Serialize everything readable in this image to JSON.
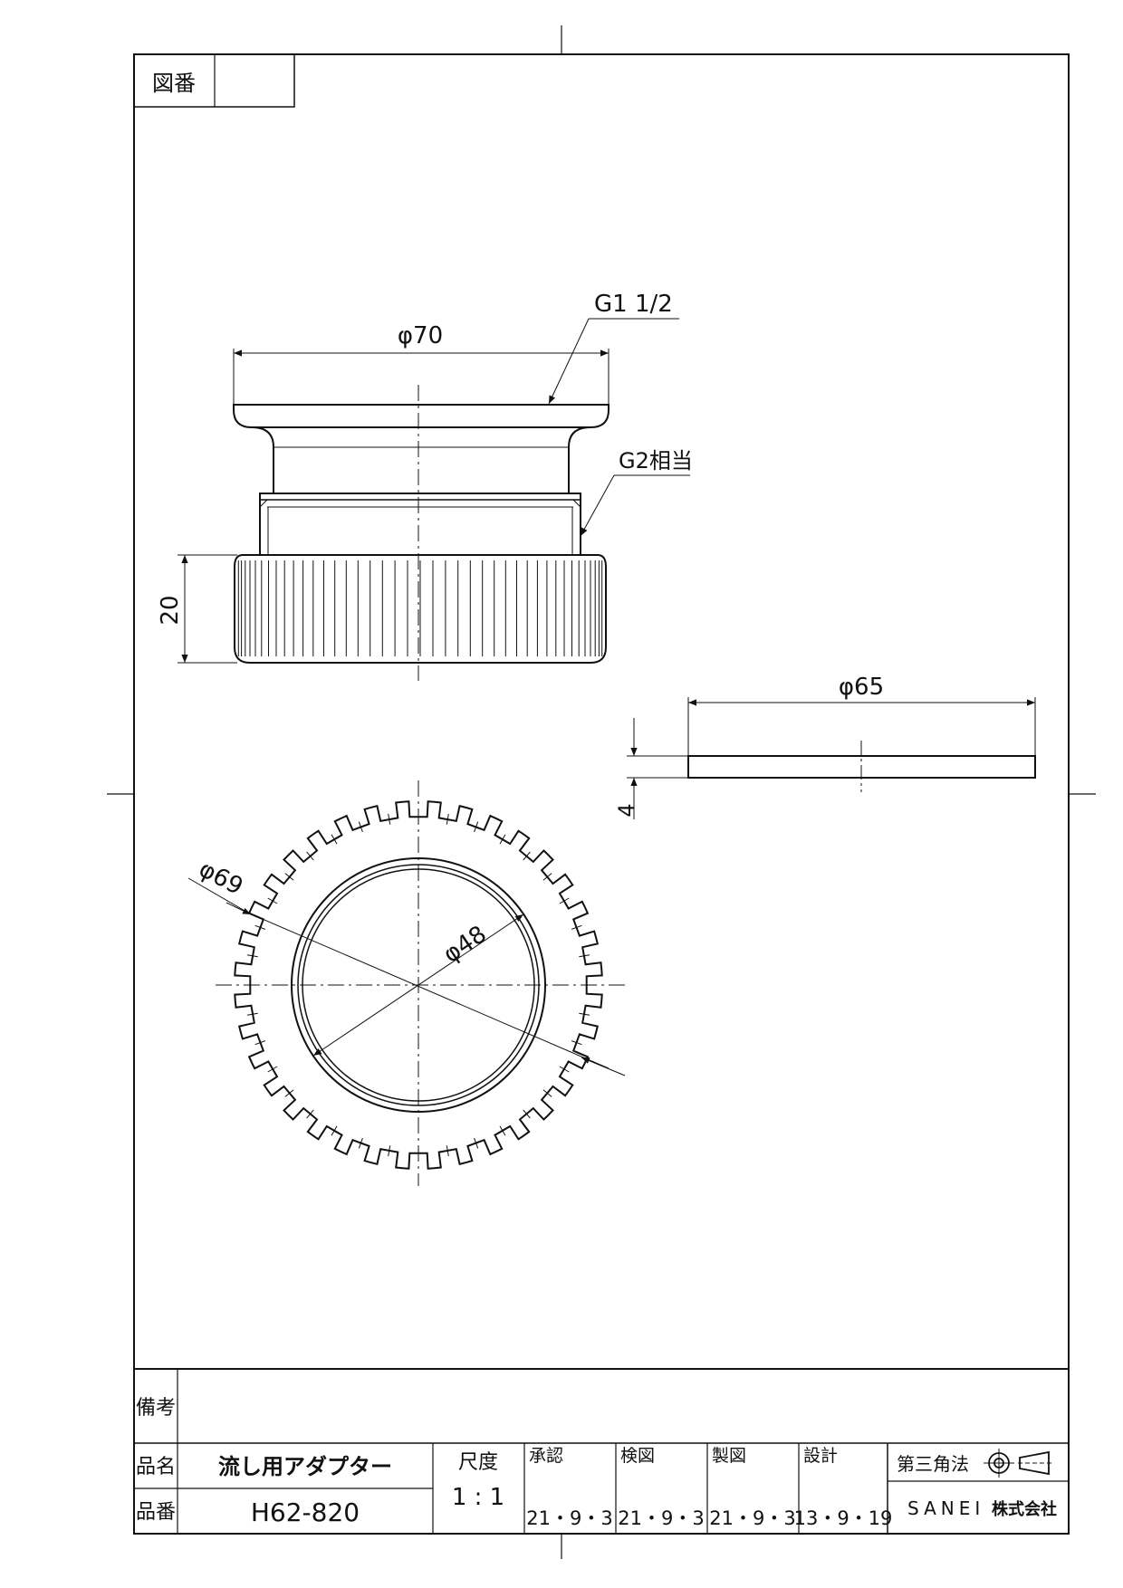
{
  "drawing_number_label": "図番",
  "drawing_number_value": "",
  "dimensions": {
    "top_diameter": "φ70",
    "thread_top": "G1 1/2",
    "thread_lower": "G2相当",
    "nut_height": "20",
    "gasket_diameter": "φ65",
    "gasket_thickness": "4",
    "outer_diameter": "φ69",
    "inner_diameter": "φ48"
  },
  "title_block": {
    "remarks_label": "備考",
    "remarks_value": "",
    "product_name_label": "品名",
    "product_name": "流し用アダプター",
    "product_number_label": "品番",
    "product_number": "H62-820",
    "scale_label": "尺度",
    "scale_value": "1 : 1",
    "approved_label": "承認",
    "approved_date": "21・9・3",
    "checked_label": "検図",
    "checked_date": "21・9・3",
    "drafted_label": "製図",
    "drafted_date": "21・9・3",
    "designed_label": "設計",
    "designed_date": "13・9・19",
    "projection_label": "第三角法",
    "company_brand": "SANEI",
    "company_suffix": "株式会社"
  }
}
